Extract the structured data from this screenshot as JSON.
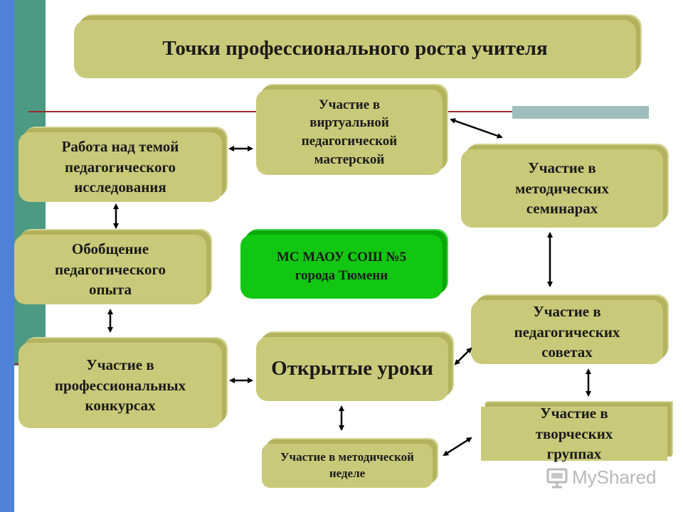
{
  "title": "Точки профессионального роста учителя",
  "center": "МС МАОУ СОШ №5 города Тюмени",
  "nodes": {
    "virtual_workshop": "Участие в виртуальной педагогической мастерской",
    "research_topic": "Работа над темой педагогического исследования",
    "method_seminars": "Участие в методических семинарах",
    "generalization": "Обобщение педагогического опыта",
    "ped_councils": "Участие в педагогических советах",
    "prof_contests": "Участие в профессиональных конкурсах",
    "open_lessons": "Открытые уроки",
    "creative_groups": "Участие в творческих группах",
    "method_week": "Участие в методической неделе"
  },
  "watermark": "MyShared",
  "colors": {
    "box": "#c9c97a",
    "center": "#11c711",
    "blue_bar": "#4f81d6",
    "teal_bar": "#4c9a84",
    "rule": "#9c2a2a"
  }
}
